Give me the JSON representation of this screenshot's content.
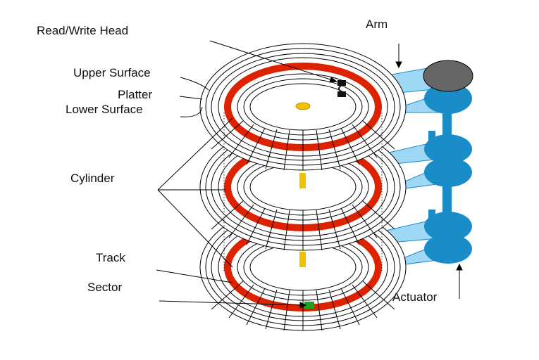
{
  "labels": {
    "read_write_head": "Read/Write Head",
    "arm": "Arm",
    "upper_surface": "Upper Surface",
    "platter": "Platter",
    "lower_surface": "Lower Surface",
    "cylinder": "Cylinder",
    "track": "Track",
    "sector": "Sector",
    "actuator": "Actuator"
  },
  "colors": {
    "track_red": "#dd2200",
    "spindle_yellow": "#f2c200",
    "sector_green": "#1aa31a",
    "arm_light_blue": "#9fd8f5",
    "actuator_blue": "#1a8cc8",
    "actuator_top_gray": "#666666",
    "head_black": "#111111",
    "line_black": "#000000"
  },
  "platter_count": 3
}
